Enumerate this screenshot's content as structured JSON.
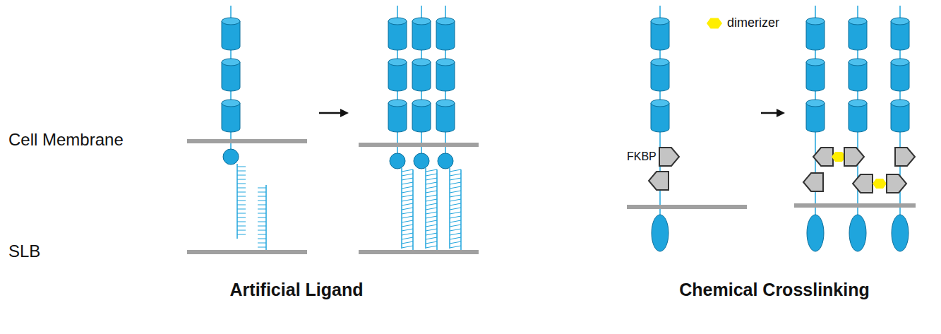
{
  "diagram": {
    "labels": [
      "Cell Membrane",
      "SLB",
      "FKBP",
      "Artificial Ligand",
      "Chemical Crosslinking"
    ],
    "legend": [
      {
        "text": "dimerizer",
        "color": "#ffee00"
      }
    ]
  }
}
